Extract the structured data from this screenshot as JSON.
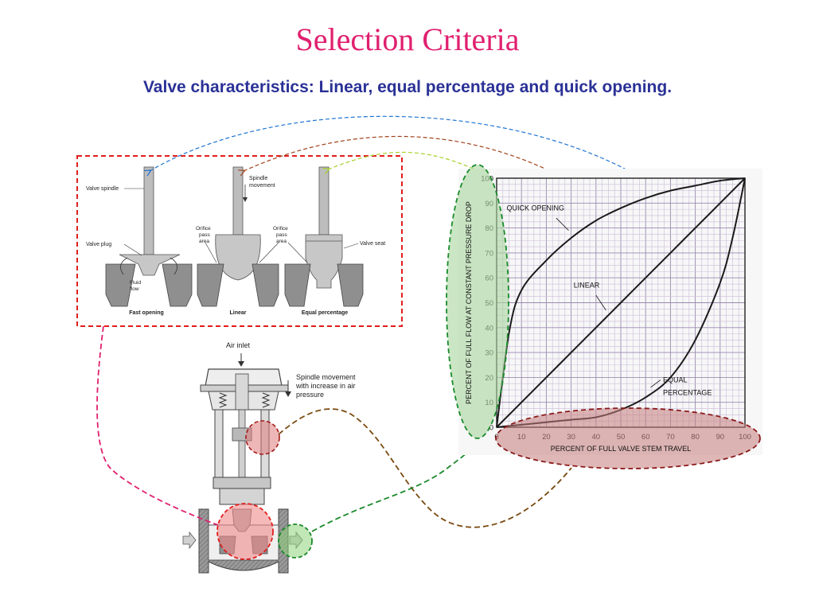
{
  "slide": {
    "title": "Selection Criteria",
    "subtitle": "Valve characteristics: Linear, equal percentage and quick opening."
  },
  "trim_diagram": {
    "labels": {
      "valve_spindle": "Valve spindle",
      "spindle_movement_1": "Spindle",
      "spindle_movement_2": "movement",
      "valve_plug": "Valve plug",
      "fluid_flow_1": "Fluid",
      "fluid_flow_2": "flow",
      "orifice_1a": "Orifice",
      "orifice_1b": "pass",
      "orifice_1c": "area",
      "orifice_2a": "Orifice",
      "orifice_2b": "pass",
      "orifice_2c": "area",
      "valve_seat": "Valve seat"
    },
    "captions": [
      "Fast opening",
      "Linear",
      "Equal percentage"
    ]
  },
  "actuator": {
    "air_inlet": "Air inlet",
    "spindle_line1": "Spindle movement",
    "spindle_line2": "with increase in air",
    "spindle_line3": "pressure"
  },
  "chart_data": {
    "type": "line",
    "xlabel": "PERCENT OF FULL VALVE STEM TRAVEL",
    "ylabel": "PERCENT OF FULL FLOW AT CONSTANT PRESSURE DROP",
    "xlim": [
      0,
      100
    ],
    "ylim": [
      0,
      100
    ],
    "xticks": [
      "0",
      "10",
      "20",
      "30",
      "40",
      "50",
      "60",
      "70",
      "80",
      "90",
      "100"
    ],
    "yticks": [
      "0",
      "10",
      "20",
      "30",
      "40",
      "50",
      "60",
      "70",
      "80",
      "90",
      "100"
    ],
    "grid": true,
    "series": [
      {
        "name": "QUICK OPENING",
        "x": [
          0,
          5,
          10,
          20,
          30,
          40,
          50,
          60,
          70,
          80,
          90,
          100
        ],
        "y": [
          0,
          38,
          55,
          67,
          76,
          83,
          88,
          92,
          95,
          97,
          99,
          100
        ]
      },
      {
        "name": "LINEAR",
        "x": [
          0,
          10,
          20,
          30,
          40,
          50,
          60,
          70,
          80,
          90,
          100
        ],
        "y": [
          0,
          10,
          20,
          30,
          40,
          50,
          60,
          70,
          80,
          90,
          100
        ]
      },
      {
        "name": "EQUAL PERCENTAGE",
        "x": [
          0,
          10,
          20,
          30,
          40,
          50,
          60,
          70,
          80,
          90,
          95,
          100
        ],
        "y": [
          0,
          1,
          2,
          3,
          4,
          7,
          12,
          20,
          35,
          58,
          76,
          100
        ]
      }
    ],
    "annotations": [
      {
        "text": "QUICK OPENING",
        "series": 0
      },
      {
        "text": "LINEAR",
        "series": 1
      },
      {
        "text": "EQUAL",
        "series": 2
      },
      {
        "text": "PERCENTAGE",
        "series": 2
      }
    ]
  },
  "colors": {
    "title": "#e0206f",
    "subtitle": "#2a3196",
    "dashed_box": "#e11d1d",
    "quick_arrow": "#1e73d2",
    "linear_arrow": "#a0421a",
    "equal_arrow": "#a6d12a",
    "y_ellipse_fill": "#b9dcb3",
    "y_ellipse_stroke": "#1a8a2a",
    "x_ellipse_fill": "#d9a0a0",
    "x_ellipse_stroke": "#8a1a1a",
    "grid": "#c9bcd8"
  }
}
